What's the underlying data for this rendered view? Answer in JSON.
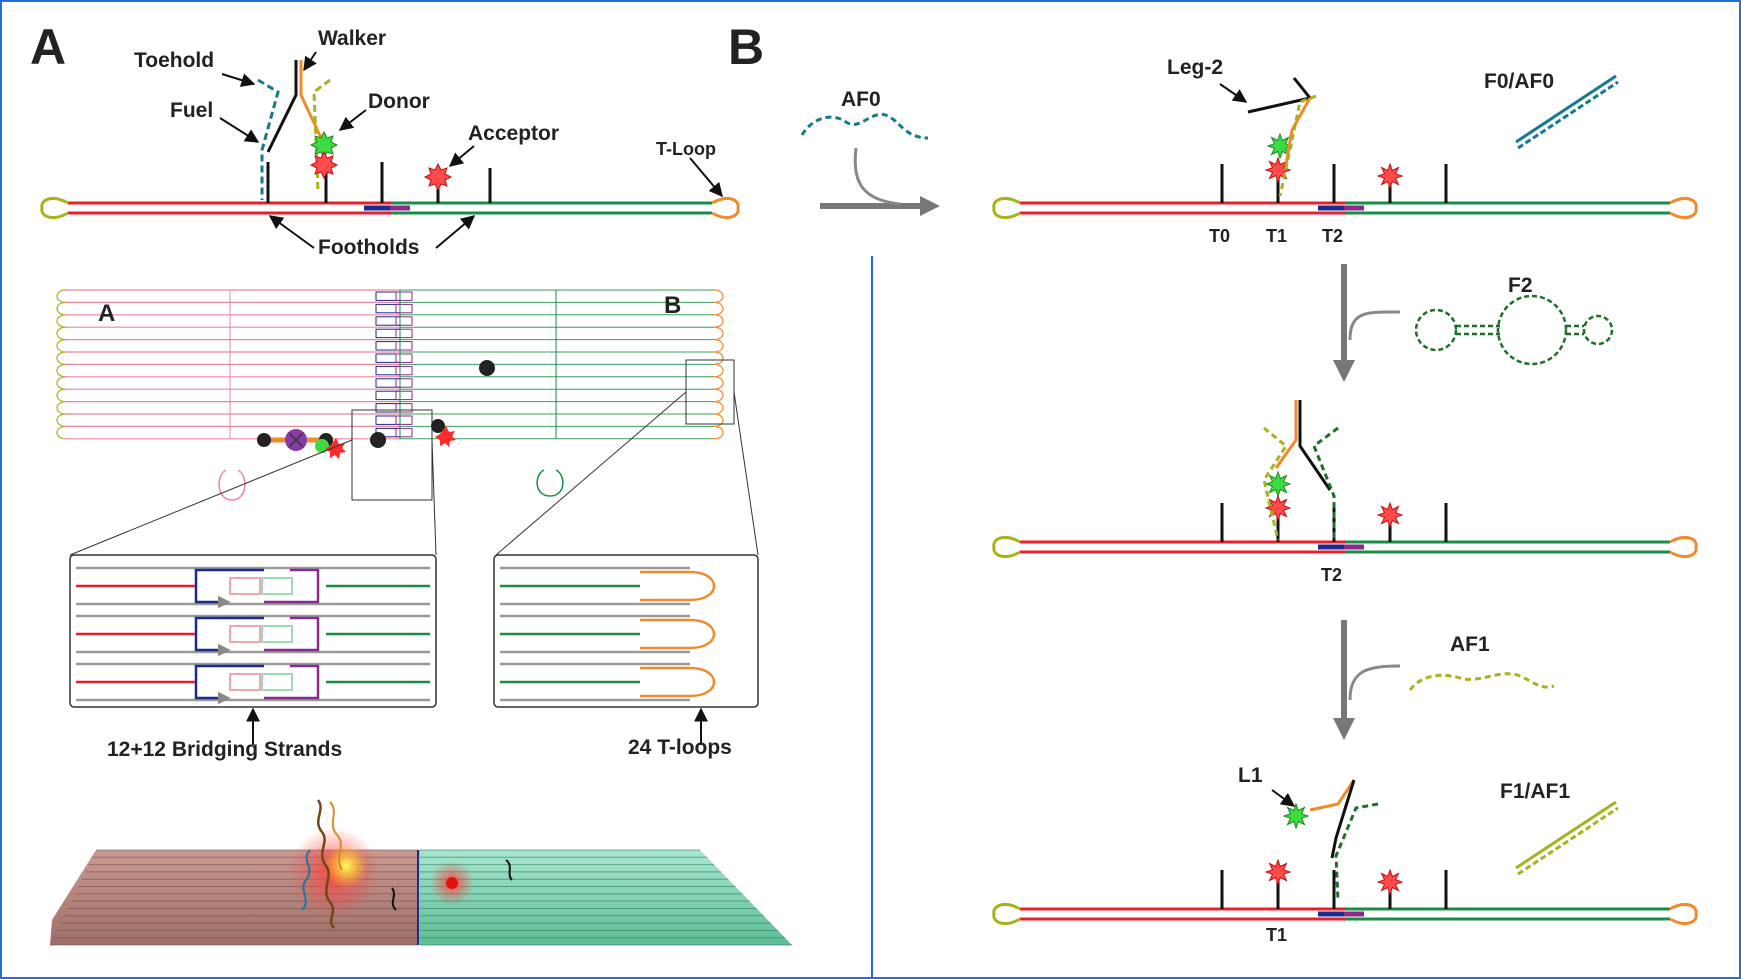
{
  "panel_a": {
    "letter": "A",
    "labels": {
      "toehold": "Toehold",
      "walker": "Walker",
      "fuel": "Fuel",
      "donor": "Donor",
      "acceptor": "Acceptor",
      "t_loop": "T-Loop",
      "footholds": "Footholds"
    },
    "origami_a": "A",
    "origami_b": "B",
    "bridging_caption": "12+12 Bridging Strands",
    "tloops_caption": "24 T-loops"
  },
  "panel_b": {
    "letter": "B",
    "af0": "AF0",
    "leg2": "Leg-2",
    "f0af0": "F0/AF0",
    "f2": "F2",
    "af1": "AF1",
    "l1": "L1",
    "f1af1": "F1/AF1",
    "t0": "T0",
    "t1": "T1",
    "t2": "T2",
    "t2_b": "T2",
    "t1_b": "T1"
  },
  "colors": {
    "frame": "#1e6fd9",
    "red_strand": "#e8202a",
    "green_strand": "#1a8c46",
    "orange": "#f08a2c",
    "olive": "#a8b21c",
    "teal": "#157a8a",
    "dark_green": "#1f6e2a",
    "navy": "#1d2a8f",
    "purple": "#8a2a8a",
    "arrow_gray": "#8a8a8a"
  }
}
